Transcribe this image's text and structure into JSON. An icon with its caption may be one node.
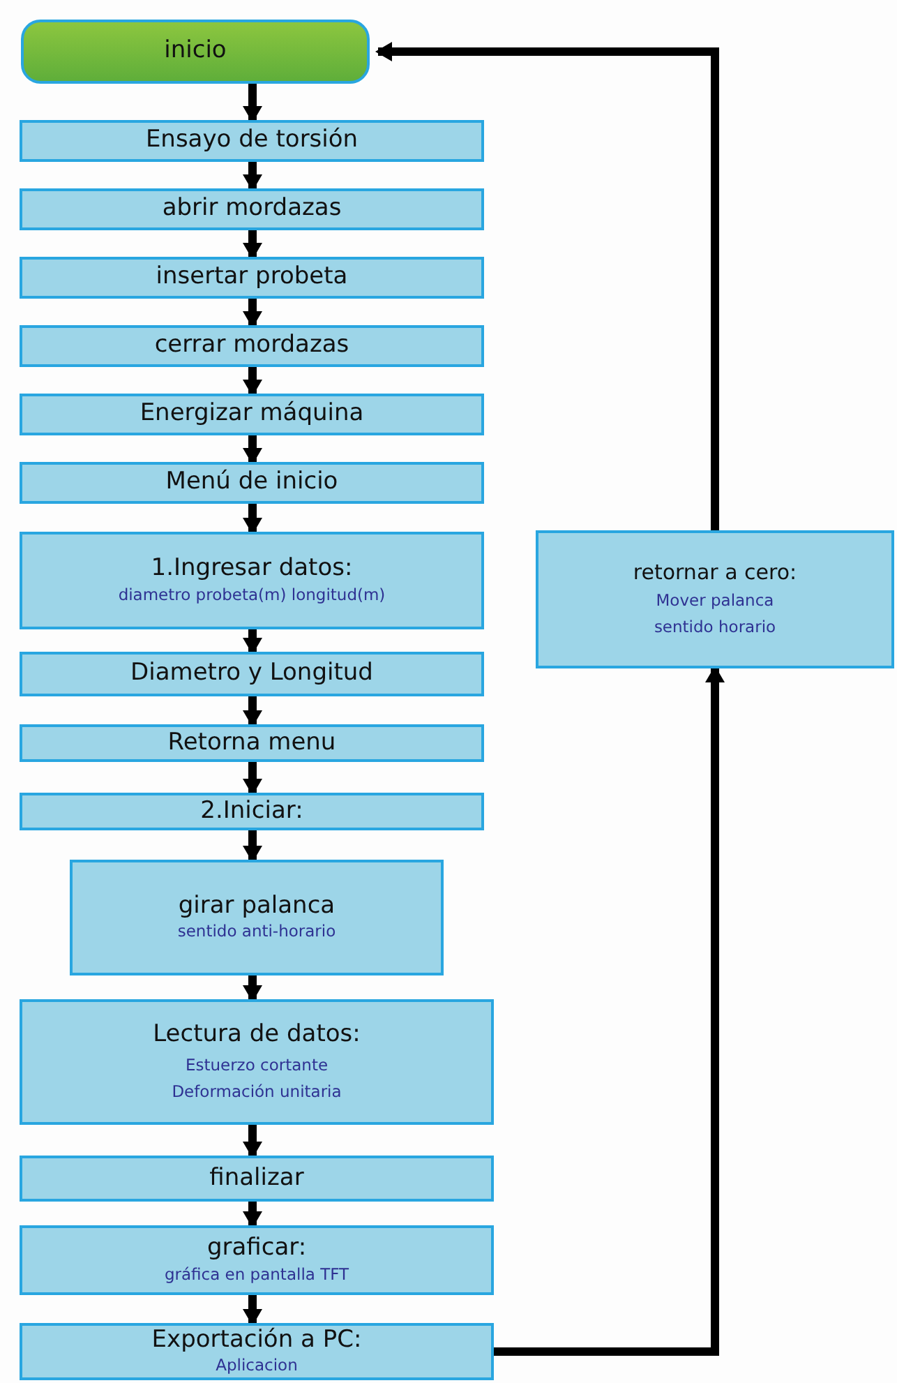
{
  "diagram": {
    "nodes": [
      {
        "text": [
          "inicio"
        ]
      },
      {
        "text": [
          "Ensayo de torsión"
        ]
      },
      {
        "text": [
          "abrir mordazas"
        ]
      },
      {
        "text": [
          "insertar probeta"
        ]
      },
      {
        "text": [
          "cerrar mordazas"
        ]
      },
      {
        "text": [
          "Energizar máquina"
        ]
      },
      {
        "text": [
          "Menú de inicio"
        ]
      },
      {
        "text": [
          "1.Ingresar datos:",
          "diametro probeta(m) longitud(m)"
        ]
      },
      {
        "text": [
          "Diametro y Longitud"
        ]
      },
      {
        "text": [
          "Retorna menu"
        ]
      },
      {
        "text": [
          "2.Iniciar:"
        ]
      },
      {
        "text": [
          "girar palanca",
          "sentido anti-horario"
        ]
      },
      {
        "text": [
          "Lectura de datos:",
          "Estuerzo cortante",
          "Deformación unitaria"
        ]
      },
      {
        "text": [
          "finalizar"
        ]
      },
      {
        "text": [
          "graficar:",
          "gráfica en pantalla TFT"
        ]
      },
      {
        "text": [
          "Exportación a PC:",
          "Aplicacion"
        ]
      },
      {
        "text": [
          "retornar a cero:",
          "Mover palanca",
          "sentido horario"
        ]
      }
    ],
    "edges": [
      {
        "from": 0,
        "to": 1,
        "arrow": "to"
      },
      {
        "from": 1,
        "to": 2,
        "arrow": "to"
      },
      {
        "from": 2,
        "to": 3,
        "arrow": "to"
      },
      {
        "from": 3,
        "to": 4,
        "arrow": "to"
      },
      {
        "from": 4,
        "to": 5,
        "arrow": "to"
      },
      {
        "from": 5,
        "to": 6,
        "arrow": "to"
      },
      {
        "from": 6,
        "to": 7,
        "arrow": "to"
      },
      {
        "from": 7,
        "to": 8,
        "arrow": "to"
      },
      {
        "from": 8,
        "to": 9,
        "arrow": "to"
      },
      {
        "from": 9,
        "to": 10,
        "arrow": "to"
      },
      {
        "from": 10,
        "to": 11,
        "arrow": "to"
      },
      {
        "from": 11,
        "to": 12,
        "arrow": "to"
      },
      {
        "from": 12,
        "to": 13,
        "arrow": "to"
      },
      {
        "from": 13,
        "to": 14,
        "arrow": "to"
      },
      {
        "from": 14,
        "to": 15,
        "arrow": "to"
      },
      {
        "from": 15,
        "to": 16,
        "arrow": "to"
      },
      {
        "from": 16,
        "to": 0,
        "arrow": "to"
      }
    ]
  }
}
